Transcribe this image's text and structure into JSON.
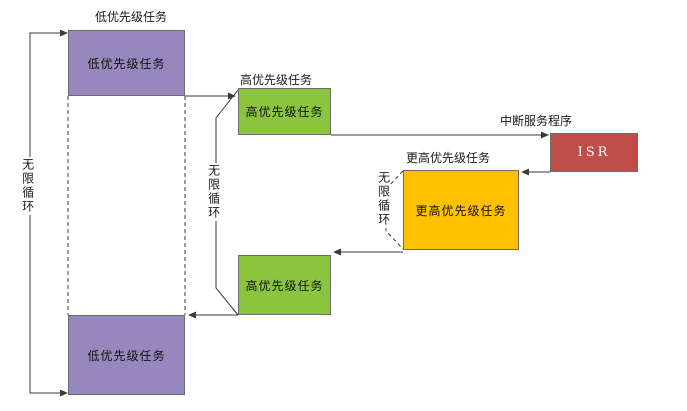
{
  "captions": {
    "low_priority_top": "低优先级任务",
    "high_priority_top": "高优先级任务",
    "interrupt_service": "中断服务程序",
    "higher_priority": "更高优先级任务"
  },
  "loops": {
    "left": "无限循环",
    "middle": "无限循环",
    "right": "无限循环"
  },
  "boxes": {
    "low_priority_top": "低优先级任务",
    "high_priority_top": "高优先级任务",
    "isr": "ISR",
    "higher_priority": "更高优先级任务",
    "high_priority_bottom": "高优先级任务",
    "low_priority_bottom": "低优先级任务"
  },
  "colors": {
    "purple": "#9688bc",
    "green": "#8bc53f",
    "orange": "#ffc000",
    "red": "#bf4e4a",
    "line": "#3a3a3a"
  }
}
